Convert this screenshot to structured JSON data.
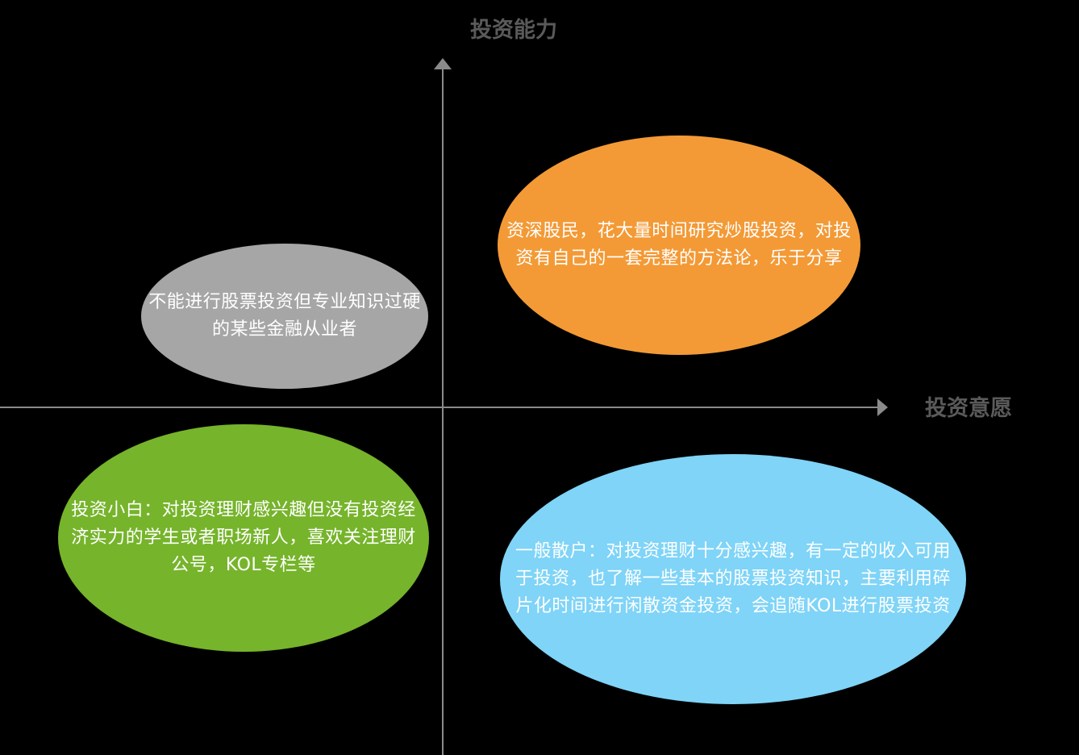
{
  "diagram": {
    "axis_y_label": "投资能力",
    "axis_x_label": "投资意愿",
    "colors": {
      "axis": "#8a8a8a",
      "axis_label": "#5a5a5a",
      "background": "#000000",
      "top_left": "#a6a6a6",
      "top_right": "#f39a36",
      "bottom_left": "#76b42b",
      "bottom_right": "#7fd4f7"
    },
    "quadrants": {
      "top_left": {
        "text": "不能进行股票投资但专业知识过硬的某些金融从业者"
      },
      "top_right": {
        "text": "资深股民，花大量时间研究炒股投资，对投资有自己的一套完整的方法论，乐于分享"
      },
      "bottom_left": {
        "text": "投资小白：对投资理财感兴趣但没有投资经济实力的学生或者职场新人，喜欢关注理财公号，KOL专栏等"
      },
      "bottom_right": {
        "text": "一般散户：对投资理财十分感兴趣，有一定的收入可用于投资，也了解一些基本的股票投资知识，主要利用碎片化时间进行闲散资金投资，会追随KOL进行股票投资"
      }
    }
  }
}
